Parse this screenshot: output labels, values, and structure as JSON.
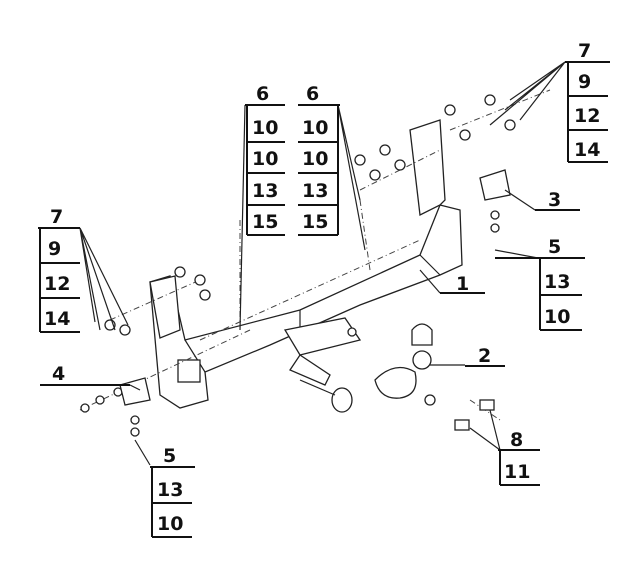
{
  "title": "Tow bar exploded assembly diagram",
  "callouts": {
    "top_right": {
      "head": "7",
      "rows": [
        "9",
        "12",
        "14"
      ]
    },
    "middle_left": {
      "head": "6",
      "rows": [
        "10",
        "10",
        "13",
        "15"
      ]
    },
    "middle_right": {
      "head": "6",
      "rows": [
        "10",
        "10",
        "13",
        "15"
      ]
    },
    "left": {
      "head": "7",
      "rows": [
        "9",
        "12",
        "14"
      ]
    },
    "right_bracket": {
      "head": "5",
      "rows": [
        "13",
        "10"
      ]
    },
    "bottom_left": {
      "head": "5",
      "rows": [
        "13",
        "10"
      ]
    },
    "ball": {
      "head": "8",
      "rows": [
        "11"
      ]
    },
    "part1": "1",
    "part2": "2",
    "part3": "3",
    "part4": "4"
  }
}
